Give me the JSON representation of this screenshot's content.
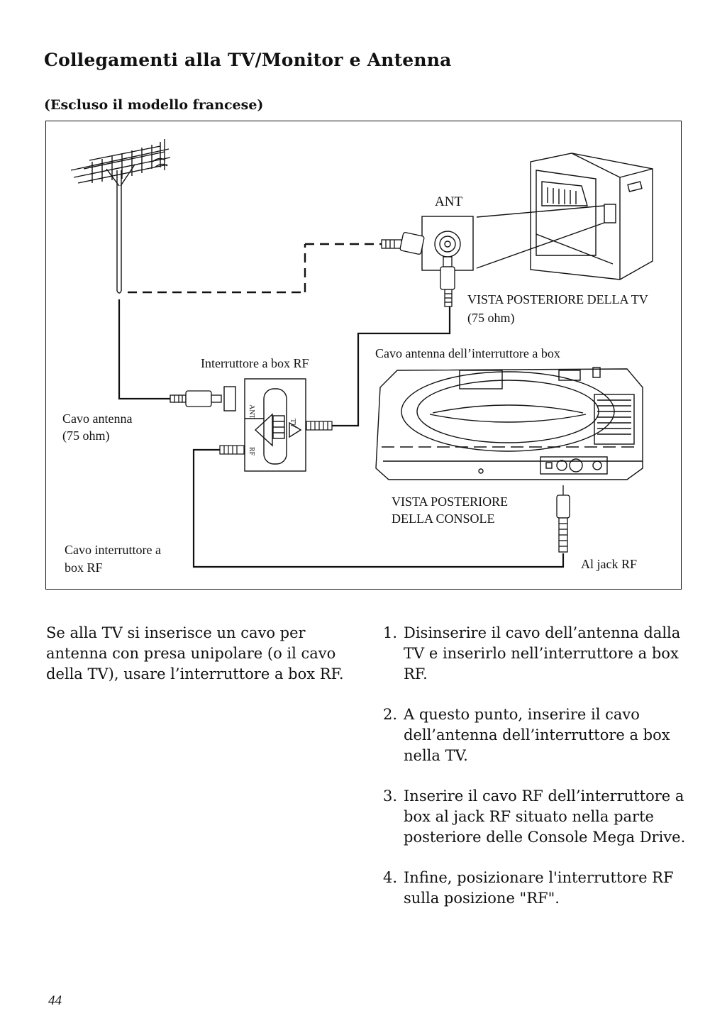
{
  "page": {
    "title": "Collegamenti alla TV/Monitor e Antenna",
    "subtitle": "(Escluso il modello francese)",
    "page_number": "44"
  },
  "diagram": {
    "ant_label": "ANT",
    "tv_rear_label_1": "VISTA POSTERIORE DELLA TV",
    "tv_rear_label_2": "(75 ohm)",
    "switchbox_label": "Interruttore a box RF",
    "switchbox_cable_label": "Cavo antenna dell’interruttore a box",
    "antenna_cable_label_1": "Cavo  antenna",
    "antenna_cable_label_2": "(75 ohm)",
    "console_rear_label_1": "VISTA POSTERIORE",
    "console_rear_label_2": "DELLA CONSOLE",
    "switch_cable_label_1": "Cavo interruttore a",
    "switch_cable_label_2": "box RF",
    "rf_jack_label": "Al jack RF",
    "switch_tv": "TV",
    "switch_rf": "RF",
    "switch_ant": "ANT"
  },
  "body": {
    "intro": "Se alla TV si inserisce un cavo per antenna con presa unipolare (o il cavo della TV), usare l’interruttore a box RF.",
    "steps": [
      {
        "num": "1.",
        "text": "Disinserire il cavo dell’antenna dalla TV e inserirlo nell’interruttore a box RF."
      },
      {
        "num": "2.",
        "text": "A questo punto, inserire il cavo dell’antenna dell’interruttore a box nella TV."
      },
      {
        "num": "3.",
        "text": "Inserire il cavo RF dell’interruttore a box al jack RF situato nella parte posteriore delle Console Mega Drive."
      },
      {
        "num": "4.",
        "text": "Infine, posizionare l'interruttore RF sulla posizione \"RF\"."
      }
    ]
  }
}
